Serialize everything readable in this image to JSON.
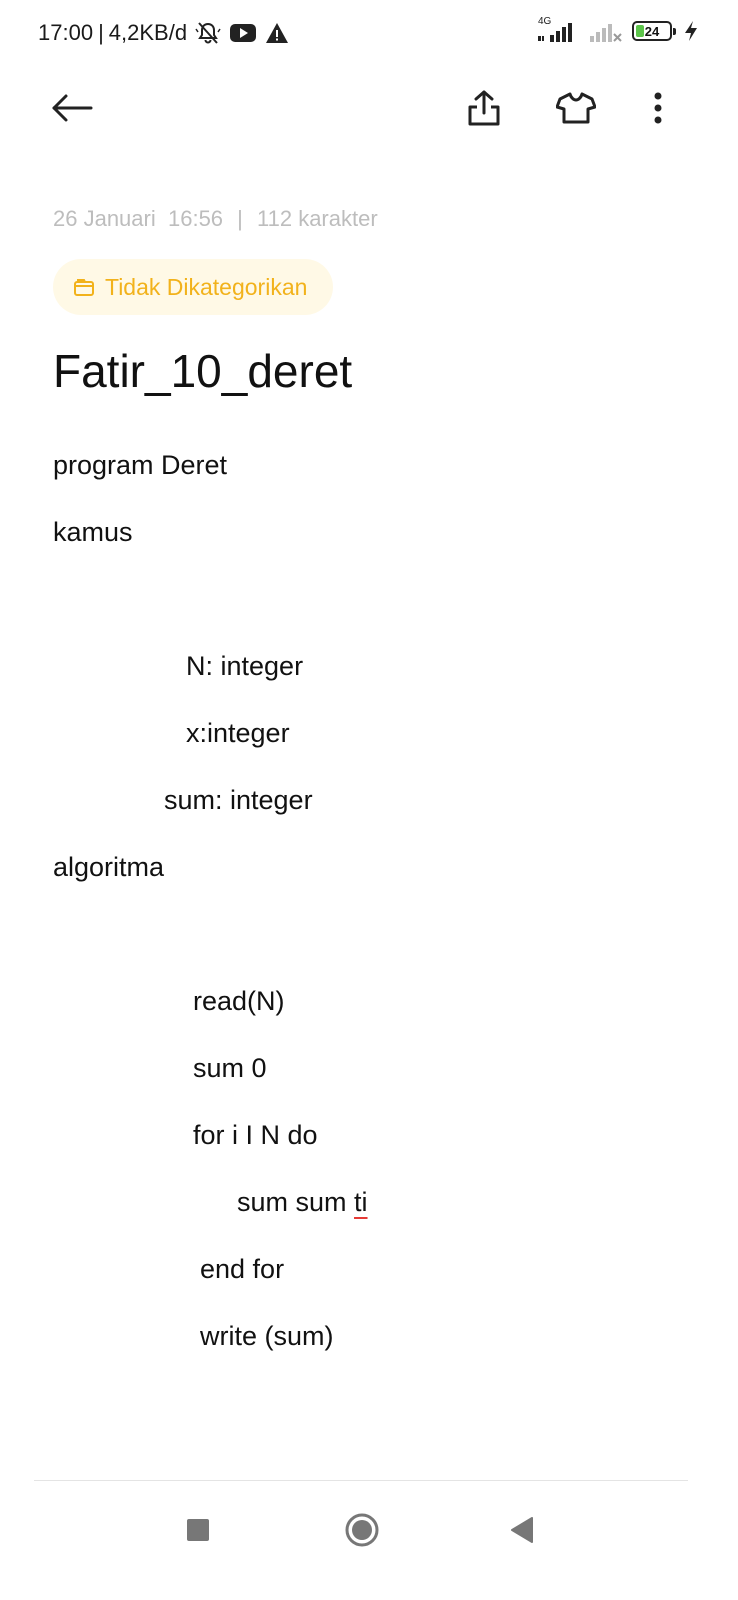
{
  "status_bar": {
    "time": "17:00",
    "separator": "|",
    "speed": "4,2KB/d",
    "network_label": "4G",
    "battery_level": "24",
    "battery_percent": 24
  },
  "toolbar": {
    "back_icon": "arrow-left-icon",
    "share_icon": "share-icon",
    "theme_icon": "shirt-icon",
    "more_icon": "more-vertical-icon"
  },
  "note": {
    "date": "26 Januari",
    "time": "16:56",
    "meta_separator": "|",
    "char_count": "112 karakter",
    "category": "Tidak Dikategorikan",
    "title": "Fatir_10_deret",
    "lines": [
      "program Deret",
      "kamus",
      "N: integer",
      "x:integer",
      "sum: integer",
      "algoritma",
      "read(N)",
      "sum 0",
      "for i I N do",
      "sum sum ",
      "ti",
      "end for",
      "write (sum)"
    ]
  },
  "nav_bar": {
    "recent_icon": "square-icon",
    "home_icon": "circle-icon",
    "back_icon": "triangle-back-icon"
  },
  "colors": {
    "accent": "#f2b21b",
    "category_bg": "#fff9e6",
    "meta_text": "#bdbdbd",
    "spellcheck": "#e53935"
  }
}
